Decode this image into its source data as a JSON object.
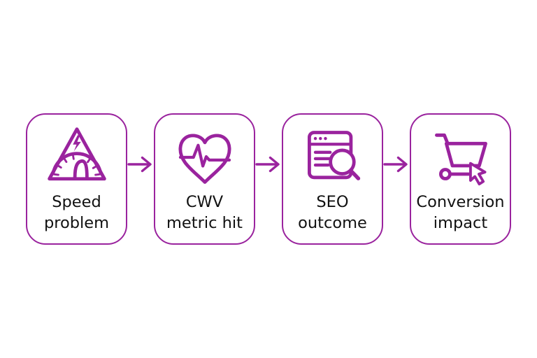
{
  "diagram": {
    "background_color": "#FFFFFF",
    "accent_color": "#9A239E",
    "text_color": "#111111",
    "steps": [
      {
        "icon": "gauge-warning-icon",
        "line1": "Speed",
        "line2": "problem"
      },
      {
        "icon": "heart-pulse-icon",
        "line1": "CWV",
        "line2": "metric hit"
      },
      {
        "icon": "browser-search-icon",
        "line1": "SEO",
        "line2": "outcome"
      },
      {
        "icon": "cart-cursor-icon",
        "line1": "Conversion",
        "line2": "impact"
      }
    ],
    "connectors": [
      "arrow-right",
      "arrow-right",
      "arrow-right"
    ]
  }
}
